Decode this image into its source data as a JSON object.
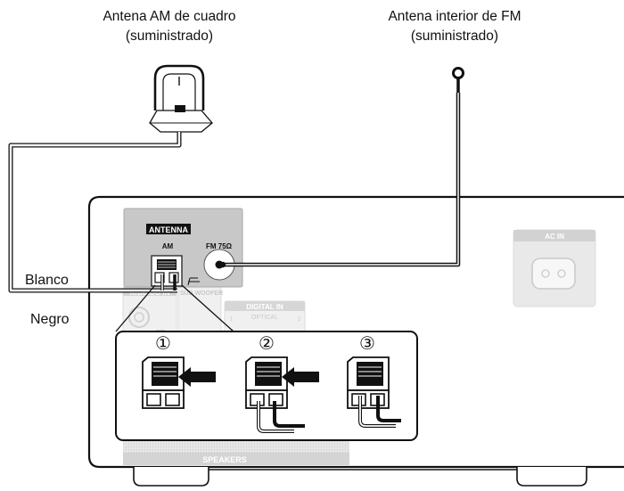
{
  "captions": {
    "am_antenna": [
      "Antena AM de cuadro",
      "(suministrado)"
    ],
    "fm_antenna": [
      "Antena interior de FM",
      "(suministrado)"
    ]
  },
  "wire_labels": {
    "white": "Blanco",
    "black": "Negro"
  },
  "panel": {
    "antenna_header": "ANTENNA",
    "am_label": "AM",
    "fm_label": "FM  75Ω",
    "analog_in": "ANALOG IN",
    "subwoofer": "SUB WOOFER",
    "digital_in": "DIGITAL IN",
    "optical": "OPTICAL",
    "optical_1": "1",
    "optical_2": "2",
    "ac_in": "AC IN",
    "speakers": "SPEAKERS"
  },
  "steps": [
    "①",
    "②",
    "③"
  ]
}
